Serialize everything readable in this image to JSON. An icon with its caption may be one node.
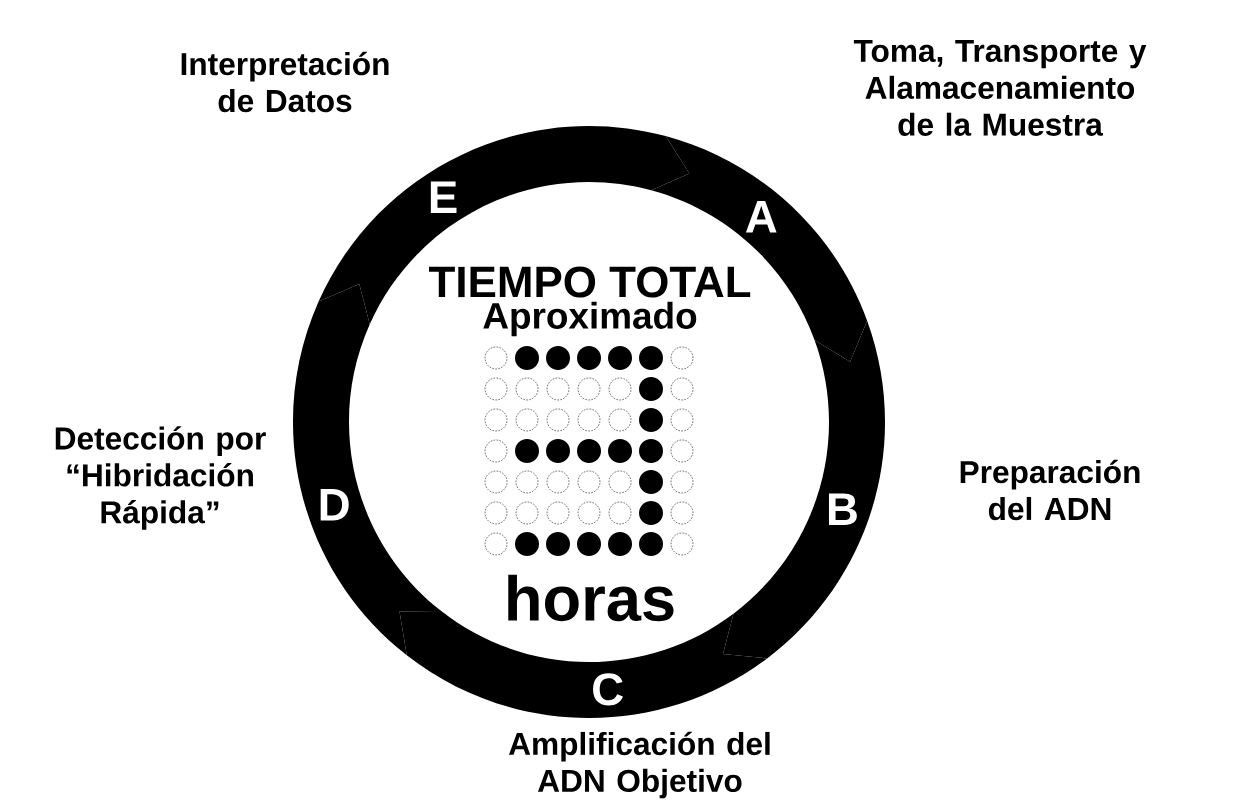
{
  "diagram": {
    "nodes": [
      {
        "text": [
          "A"
        ],
        "beside": [
          "Toma, Transporte y Alamacenamiento de la Muestra"
        ]
      },
      {
        "text": [
          "B"
        ],
        "beside": [
          "Preparación del ADN"
        ]
      },
      {
        "text": [
          "C"
        ],
        "beside": [
          "Amplificación del ADN Objetivo"
        ]
      },
      {
        "text": [
          "D"
        ],
        "beside": [
          "Detección por “Hibridación Rápida”"
        ]
      },
      {
        "text": [
          "E"
        ],
        "beside": [
          "Interpretación de Datos"
        ]
      }
    ],
    "labels": [
      "TIEMPO TOTAL",
      "Aproximado",
      "horas"
    ]
  }
}
